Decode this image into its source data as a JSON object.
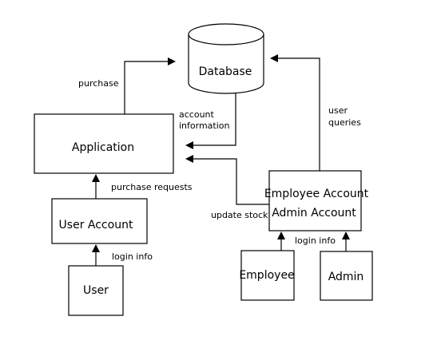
{
  "nodes": {
    "database": "Database",
    "application": "Application",
    "user_account": "User Account",
    "user": "User",
    "employee_admin_line1": "Employee Account",
    "employee_admin_line2": "Admin Account",
    "employee": "Employee",
    "admin": "Admin"
  },
  "edges": {
    "purchase": "purchase",
    "account_information_line1": "account",
    "account_information_line2": "information",
    "user_queries_line1": "user",
    "user_queries_line2": "queries",
    "purchase_requests": "purchase requests",
    "update_stock": "update stock",
    "login_info_user": "login info",
    "login_info_staff": "login info"
  },
  "colors": {
    "stroke": "#000000",
    "fill": "#ffffff",
    "text": "#000000"
  }
}
